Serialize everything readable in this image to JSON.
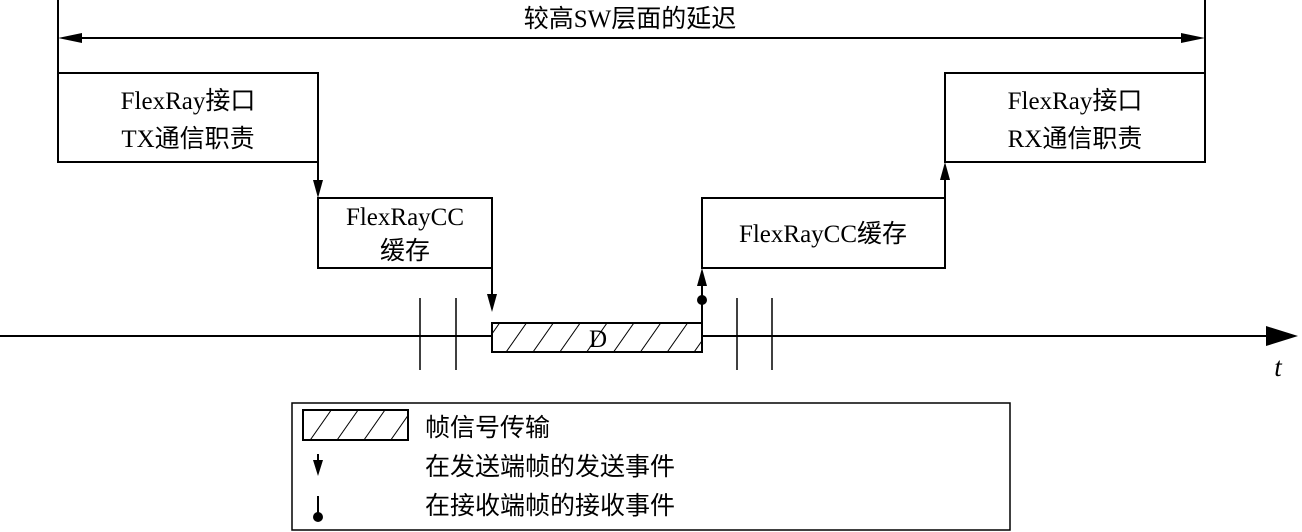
{
  "delay": {
    "label": "较高SW层面的延迟"
  },
  "tx_interface": {
    "line1": "FlexRay接口",
    "line2": "TX通信职责"
  },
  "tx_buffer": {
    "line1": "FlexRayCC",
    "line2": "缓存"
  },
  "rx_buffer": {
    "label": "FlexRayCC缓存"
  },
  "rx_interface": {
    "line1": "FlexRay接口",
    "line2": "RX通信职责"
  },
  "frame": {
    "label": "D"
  },
  "time_axis": {
    "label": "t"
  },
  "legend": {
    "items": [
      {
        "label": "帧信号传输"
      },
      {
        "label": "在发送端帧的发送事件"
      },
      {
        "label": "在接收端帧的接收事件"
      }
    ]
  }
}
